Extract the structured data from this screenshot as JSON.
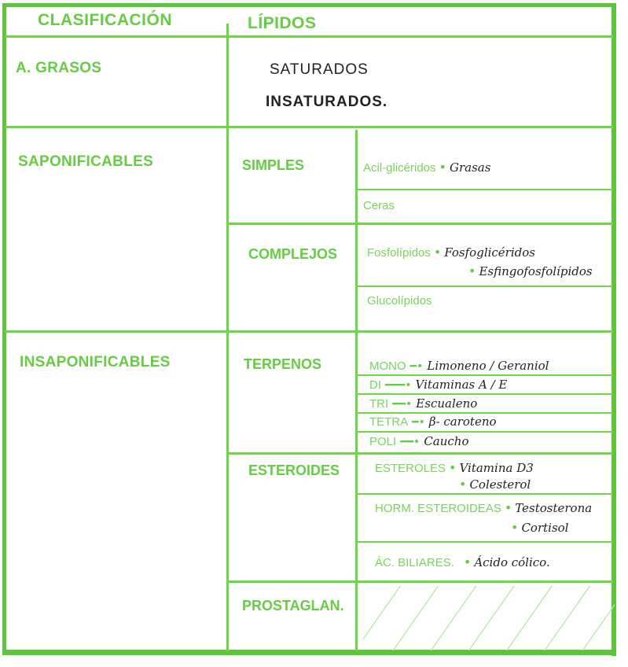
{
  "header": {
    "col1": "CLASIFICACIÓN",
    "col2": "LÍPIDOS"
  },
  "colors": {
    "line_green": "#6fd64a",
    "heading_green": "#66cc44",
    "ink": "#222222"
  },
  "acidos_grasos": {
    "label": "A. GRASOS",
    "types": [
      "SATURADOS",
      "INSATURADOS."
    ]
  },
  "saponificables": {
    "label": "SAPONIFICABLES",
    "simples": {
      "label": "SIMPLES",
      "rows": [
        {
          "label": "Acil-glicéridos",
          "items": [
            "Grasas"
          ]
        },
        {
          "label": "Ceras",
          "items": []
        }
      ]
    },
    "complejos": {
      "label": "COMPLEJOS",
      "rows": [
        {
          "label": "Fosfolípidos",
          "items": [
            "Fosfoglicéridos",
            "Esfingofosfolípidos"
          ]
        },
        {
          "label": "Glucolípidos",
          "items": []
        }
      ]
    }
  },
  "insaponificables": {
    "label": "INSAPONIFICABLES",
    "terpenos": {
      "label": "TERPENOS",
      "rows": [
        {
          "label": "MONO",
          "value": "Limoneno / Geraniol"
        },
        {
          "label": "DI",
          "value": "Vitaminas A / E"
        },
        {
          "label": "TRI",
          "value": "Escualeno"
        },
        {
          "label": "TETRA",
          "value": "β- caroteno"
        },
        {
          "label": "POLI",
          "value": "Caucho"
        }
      ]
    },
    "esteroides": {
      "label": "ESTEROIDES",
      "rows": [
        {
          "label": "ESTEROLES",
          "items": [
            "Vitamina D3",
            "Colesterol"
          ]
        },
        {
          "label": "HORM. ESTEROIDEAS",
          "items": [
            "Testosterona",
            "Cortisol"
          ]
        },
        {
          "label": "ÁC. BILIARES.",
          "items": [
            "Ácido cólico."
          ]
        }
      ]
    },
    "prostaglandinas": {
      "label": "PROSTAGLAN."
    }
  }
}
